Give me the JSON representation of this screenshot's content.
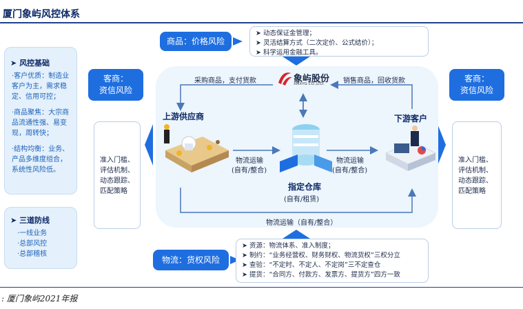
{
  "page": {
    "title": "厦门象屿风控体系",
    "source": ": 厦门象屿2021年报"
  },
  "left_panel": {
    "section1_title": "风控基础",
    "section1_items": [
      "·客户优质：制造业",
      "客户为主，需求稳",
      "定、信用可控；",
      "",
      "·商品聚焦：大宗商",
      "品流通性强、易变",
      "现，周转快；",
      "",
      "·结构均衡：业务、",
      "产品多维度组合，",
      "系统性风险低。"
    ],
    "section2_title": "三道防线",
    "section2_items": [
      "·一线业务",
      "·总部风控",
      "·总部稽核"
    ]
  },
  "nodes": {
    "commodity_risk": "商品：价格风险",
    "logistics_risk": "物流：货权风险",
    "left_credit_risk": "客商：\n资信风险",
    "right_credit_risk": "客商：\n资信风险",
    "left_measures": [
      "准入门槛、",
      "评估机制、",
      "动态跟踪、",
      "匹配策略"
    ],
    "right_measures": [
      "准入门槛、",
      "评估机制、",
      "动态跟踪、",
      "匹配策略"
    ],
    "company": "象屿股份",
    "company_en": "XMXYG CO.,LTD.",
    "upstream": "上游供应商",
    "downstream": "下游客户",
    "warehouse": "指定仓库",
    "warehouse_sub": "(自有/租赁)"
  },
  "commodity_bullets": [
    "➤ 动态保证金管理；",
    "➤ 灵活结算方式（二次定价、公式结价）；",
    "➤ 科学运用金融工具。"
  ],
  "logistics_bullets": [
    "➤ 资源：物流体系、准入制度；",
    "➤ 制约：“业务经营权、财务财权、物流货权”三权分立",
    "➤ 查验：“不定时、不定人、不定岗”三不定查仓",
    "➤ 提货：“合同方、付款方、发票方、提货方”四方一致"
  ],
  "flows": {
    "purchase": "采购商品，支付货款",
    "sell": "销售商品，回收货款",
    "logistics_left": "物流运输",
    "logistics_left_sub": "(自有/整合)",
    "logistics_right": "物流运输",
    "logistics_right_sub": "(自有/整合)",
    "logistics_bottom": "物流运输（自有/整合）"
  },
  "colors": {
    "accent_blue": "#1e6ee0",
    "title_navy": "#0d2a66",
    "logo_red": "#d8232a"
  }
}
